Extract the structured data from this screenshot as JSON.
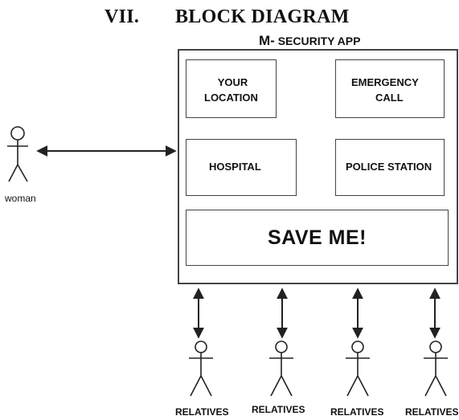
{
  "section": {
    "number": "VII.",
    "title": "BLOCK DIAGRAM"
  },
  "app": {
    "title_prefix": "M-",
    "title_rest": "SECURITY APP"
  },
  "buttons": {
    "location_line1": "YOUR",
    "location_line2": "LOCATION",
    "emergency_line1": "EMERGENCY",
    "emergency_line2": "CALL",
    "hospital": "HOSPITAL",
    "police": "POLICE STATION",
    "save_me": "SAVE ME!"
  },
  "actors": {
    "woman": "woman",
    "relatives": [
      "RELATIVES",
      "RELATIVES",
      "RELATIVES",
      "RELATIVES"
    ]
  },
  "colors": {
    "stroke": "#222222",
    "box_border": "#444444"
  }
}
